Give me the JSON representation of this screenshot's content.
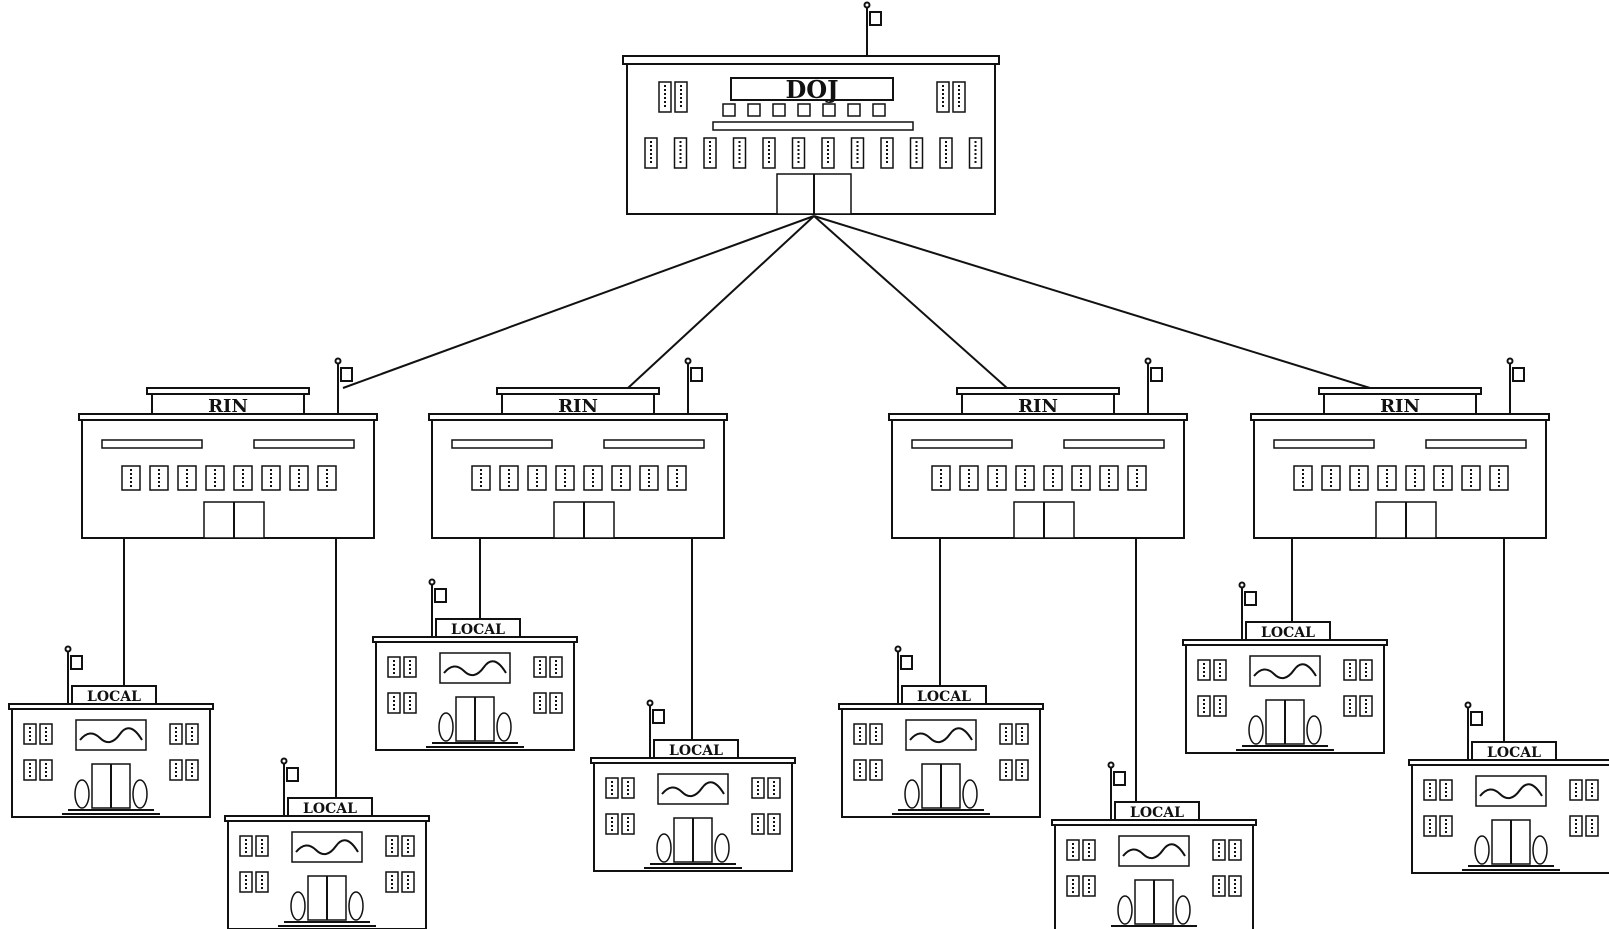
{
  "diagram": {
    "root": {
      "label": "DOJ"
    },
    "regions": [
      {
        "label": "RIN",
        "locals": [
          {
            "label": "LOCAL"
          },
          {
            "label": "LOCAL"
          }
        ]
      },
      {
        "label": "RIN",
        "locals": [
          {
            "label": "LOCAL"
          },
          {
            "label": "LOCAL"
          }
        ]
      },
      {
        "label": "RIN",
        "locals": [
          {
            "label": "LOCAL"
          },
          {
            "label": "LOCAL"
          }
        ]
      },
      {
        "label": "RIN",
        "locals": [
          {
            "label": "LOCAL"
          },
          {
            "label": "LOCAL"
          }
        ]
      }
    ]
  },
  "colors": {
    "ink": "#111111",
    "paper": "#ffffff"
  }
}
